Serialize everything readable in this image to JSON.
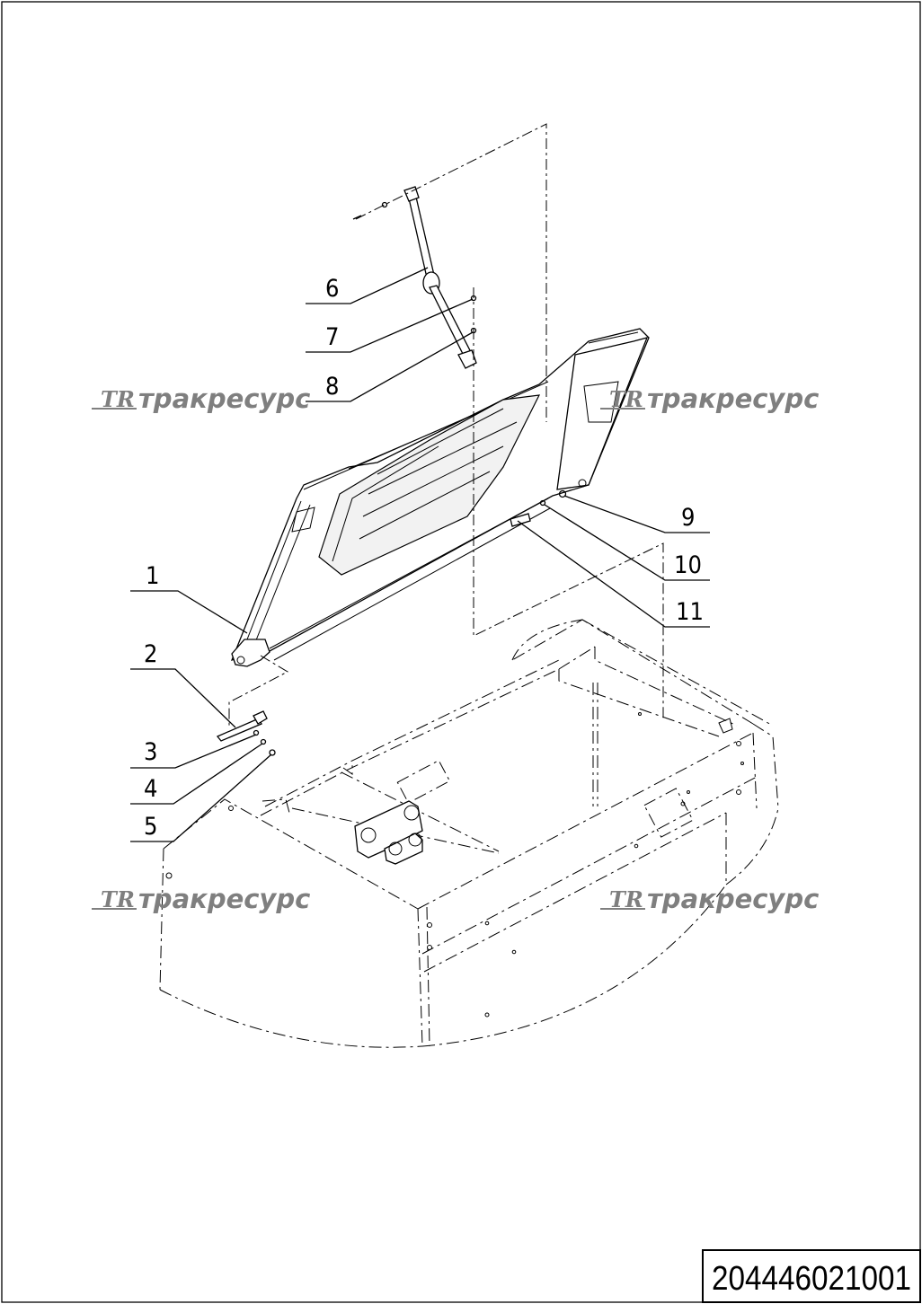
{
  "drawing": {
    "document_number": "204446021001",
    "callouts": [
      {
        "id": "c1",
        "label": "1"
      },
      {
        "id": "c2",
        "label": "2"
      },
      {
        "id": "c3",
        "label": "3"
      },
      {
        "id": "c4",
        "label": "4"
      },
      {
        "id": "c5",
        "label": "5"
      },
      {
        "id": "c6",
        "label": "6"
      },
      {
        "id": "c7",
        "label": "7"
      },
      {
        "id": "c8",
        "label": "8"
      },
      {
        "id": "c9",
        "label": "9"
      },
      {
        "id": "c10",
        "label": "10"
      },
      {
        "id": "c11",
        "label": "11"
      }
    ]
  },
  "watermark": {
    "logo": "TR",
    "text": "тракресурс"
  }
}
